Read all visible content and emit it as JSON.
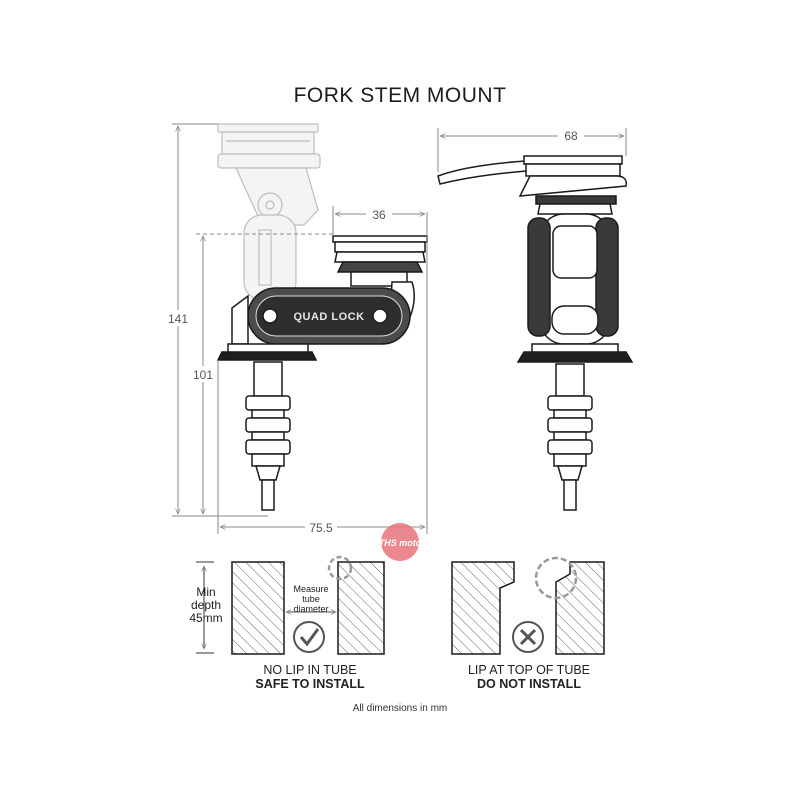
{
  "title": "FORK STEM MOUNT",
  "dimensions": {
    "overall_height": "141",
    "stem_height": "101",
    "head_width": "36",
    "overall_width": "75.5",
    "side_width": "68"
  },
  "brand_label": "QUAD LOCK",
  "watermark": "THS moto",
  "install_guide": {
    "depth_label_line1": "Min",
    "depth_label_line2": "depth",
    "depth_label_line3": "45mm",
    "measure_line1": "Measure",
    "measure_line2": "tube",
    "measure_line3": "diameter",
    "good_caption_line1": "NO LIP IN TUBE",
    "good_caption_line2": "SAFE TO INSTALL",
    "bad_caption_line1": "LIP AT TOP OF TUBE",
    "bad_caption_line2": "DO NOT INSTALL"
  },
  "footnote": "All dimensions in mm",
  "colors": {
    "line": "#1a1a1a",
    "ghost": "#bdbdbd",
    "dim": "#8a8a8a",
    "watermark": "#e8737a"
  }
}
